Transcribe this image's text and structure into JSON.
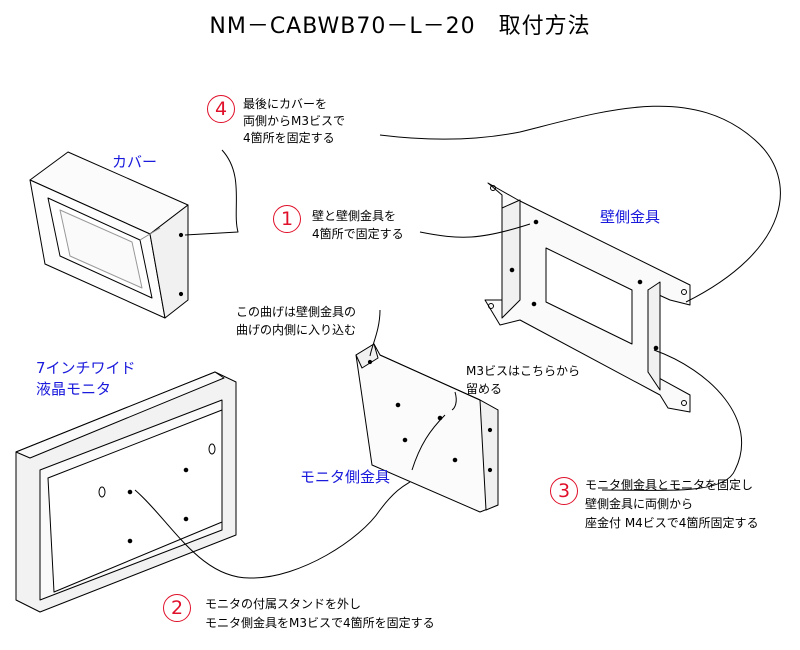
{
  "title": "NM－CABWB70－L－20　取付方法",
  "labels": {
    "cover": "カバー",
    "wall_bracket": "壁側金具",
    "monitor_bracket": "モニタ側金具",
    "monitor_line1": "7インチワイド",
    "monitor_line2": "液晶モニタ"
  },
  "steps": [
    {
      "num": "1",
      "lines": [
        "壁と壁側金具を",
        "4箇所で固定する"
      ]
    },
    {
      "num": "2",
      "lines": [
        "モニタの付属スタンドを外し",
        "モニタ側金具をM3ビスで4箇所を固定する"
      ]
    },
    {
      "num": "3",
      "lines": [
        "モニタ側金具とモニタを固定し",
        "壁側金具に両側から",
        "座金付 M4ビスで4箇所固定する"
      ]
    },
    {
      "num": "4",
      "lines": [
        "最後にカバーを",
        "両側からM3ビスで",
        "4箇所を固定する"
      ]
    }
  ],
  "notes": {
    "bend_line1": "この曲げは壁側金具の",
    "bend_line2": "曲げの内側に入り込む",
    "screw_line1": "M3ビスはこちらから",
    "screw_line2": "留める"
  },
  "colors": {
    "step_number": "#e0102a",
    "component_label": "#1a1adc",
    "line": "#000000"
  }
}
